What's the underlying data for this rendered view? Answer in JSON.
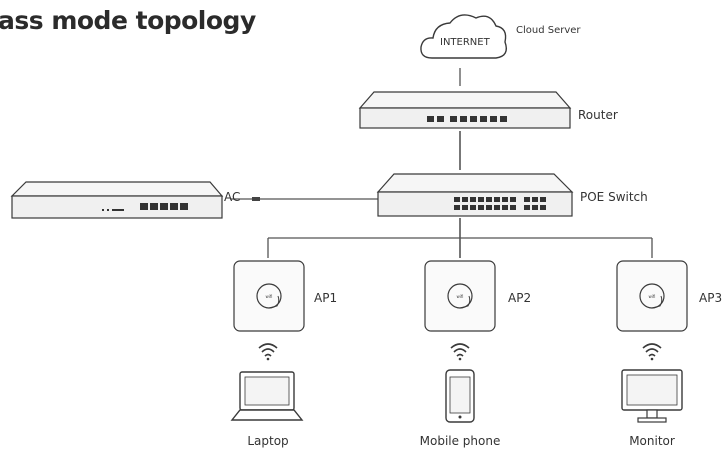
{
  "title": "ass mode topology",
  "cloud": {
    "text": "INTERNET",
    "label": "Cloud Server"
  },
  "devices": {
    "router": "Router",
    "poe_switch": "POE Switch",
    "ac": "AC",
    "ap1": "AP1",
    "ap2": "AP2",
    "ap3": "AP3"
  },
  "clients": {
    "laptop": "Laptop",
    "mobile_phone": "Mobile phone",
    "monitor": "Monitor"
  },
  "colors": {
    "stroke": "#3a3a3a",
    "panel": "#f4f4f4",
    "line": "#555555"
  }
}
